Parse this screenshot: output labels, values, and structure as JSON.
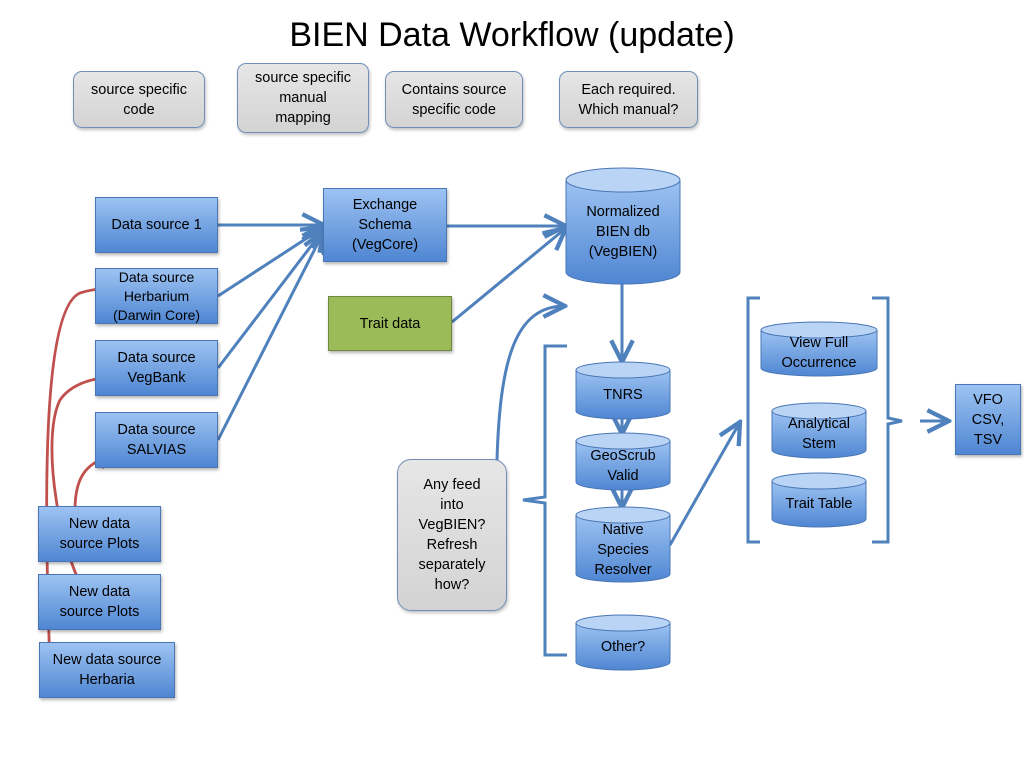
{
  "title": "BIEN Data Workflow (update)",
  "notes": [
    "source specific code",
    "source specific manual mapping",
    "Contains source specific code",
    "Each required. Which manual?"
  ],
  "sources": [
    "Data source 1",
    "Data source Herbarium (Darwin Core)",
    "Data source VegBank",
    "Data source SALVIAS"
  ],
  "new_sources": [
    "New data source Plots",
    "New data source Plots",
    "New data source Herbaria"
  ],
  "exchange_schema": "Exchange Schema (VegCore)",
  "trait_data": "Trait data",
  "normalized_db": "Normalized BIEN db (VegBIEN)",
  "pipeline": [
    "TNRS",
    "GeoScrub Valid",
    "Native Species Resolver",
    "Other?"
  ],
  "question": "Any feed into VegBIEN? Refresh separately how?",
  "outputs": [
    "View Full Occurrence",
    "Analytical Stem",
    "Trait Table"
  ],
  "export": "VFO CSV, TSV",
  "colors": {
    "box_blue": "#4f86d2",
    "arrow_blue": "#4f81bd",
    "arrow_red": "#c0504d",
    "trait_green": "#9bbb59"
  }
}
